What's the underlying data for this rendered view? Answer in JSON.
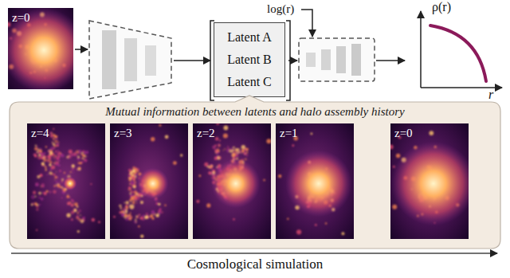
{
  "diagram": {
    "nodes": [
      {
        "text": [
          "z=0"
        ]
      },
      {
        "text": [
          "Latent A",
          "Latent B",
          "Latent C"
        ]
      },
      {
        "text": [
          "Mutual information between latents and halo assembly history"
        ]
      },
      {
        "text": [
          "z=4"
        ],
        "in": 2
      },
      {
        "text": [
          "z=3"
        ],
        "in": 2
      },
      {
        "text": [
          "z=2"
        ],
        "in": 2
      },
      {
        "text": [
          "z=1"
        ],
        "in": 2
      },
      {
        "text": [
          "z=0"
        ],
        "in": 2
      }
    ],
    "labels": [
      "log(r)",
      "ρ(r)",
      "r",
      "Cosmological simulation"
    ]
  }
}
